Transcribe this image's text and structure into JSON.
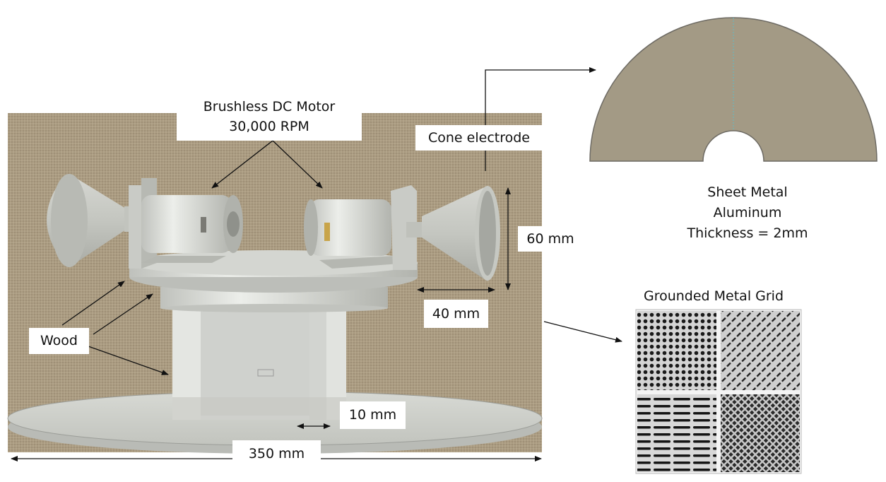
{
  "labels": {
    "motor_line1": "Brushless DC Motor",
    "motor_line2": "30,000 RPM",
    "cone": "Cone electrode",
    "height": "60 mm",
    "width": "40 mm",
    "wood": "Wood",
    "leg": "10 mm",
    "base": "350 mm",
    "sheet_line1": "Sheet Metal",
    "sheet_line2": "Aluminum",
    "sheet_line3": "Thickness = 2mm",
    "grid": "Grounded Metal Grid"
  },
  "colors": {
    "wall": "#a8997e",
    "metal": "#cfd1cc",
    "sheet": "#a39a85",
    "arrow": "#111111"
  }
}
